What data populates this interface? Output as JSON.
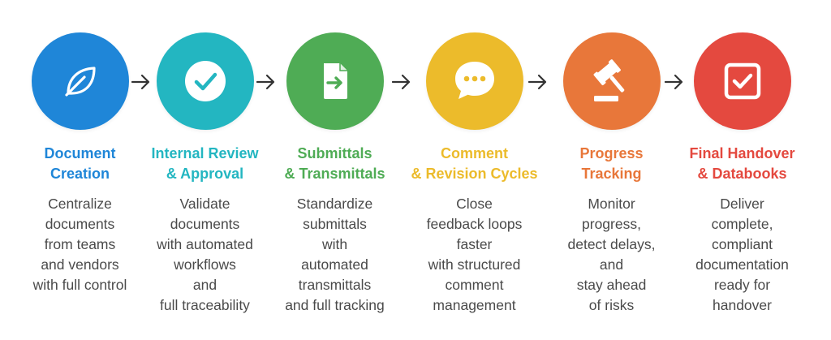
{
  "colors": {
    "document_creation": "#1f86d8",
    "internal_review": "#23b6c1",
    "submittals": "#4fac55",
    "comment_cycles": "#ecbb2b",
    "progress_tracking": "#e8773a",
    "final_handover": "#e4493f",
    "arrow": "#333333",
    "description_text": "#4a4a4a"
  },
  "steps": [
    {
      "icon": "leaf-icon",
      "title_lines": [
        "Document",
        "Creation"
      ],
      "description_lines": [
        "Centralize",
        "documents",
        "from teams",
        "and vendors",
        "with full control"
      ]
    },
    {
      "icon": "checkmark-icon",
      "title_lines": [
        "Internal Review",
        "& Approval"
      ],
      "description_lines": [
        "Validate",
        "documents",
        "with automated",
        "workflows",
        "and",
        "full traceability"
      ]
    },
    {
      "icon": "file-transfer-icon",
      "title_lines": [
        "Submittals",
        "& Transmittals"
      ],
      "description_lines": [
        "Standardize",
        "submittals",
        "with",
        "automated",
        "transmittals",
        "and full tracking"
      ]
    },
    {
      "icon": "chat-bubble-icon",
      "title_lines": [
        "Comment",
        "& Revision Cycles"
      ],
      "description_lines": [
        "Close",
        "feedback loops",
        "faster",
        "with structured",
        "comment",
        "management"
      ]
    },
    {
      "icon": "gavel-icon",
      "title_lines": [
        "Progress",
        "Tracking"
      ],
      "description_lines": [
        "Monitor",
        "progress,",
        "detect delays,",
        "and",
        "stay ahead",
        "of risks"
      ]
    },
    {
      "icon": "checkbox-icon",
      "title_lines": [
        "Final Handover",
        "& Databooks"
      ],
      "description_lines": [
        "Deliver",
        "complete,",
        "compliant",
        "documentation",
        "ready for",
        "handover"
      ]
    }
  ]
}
